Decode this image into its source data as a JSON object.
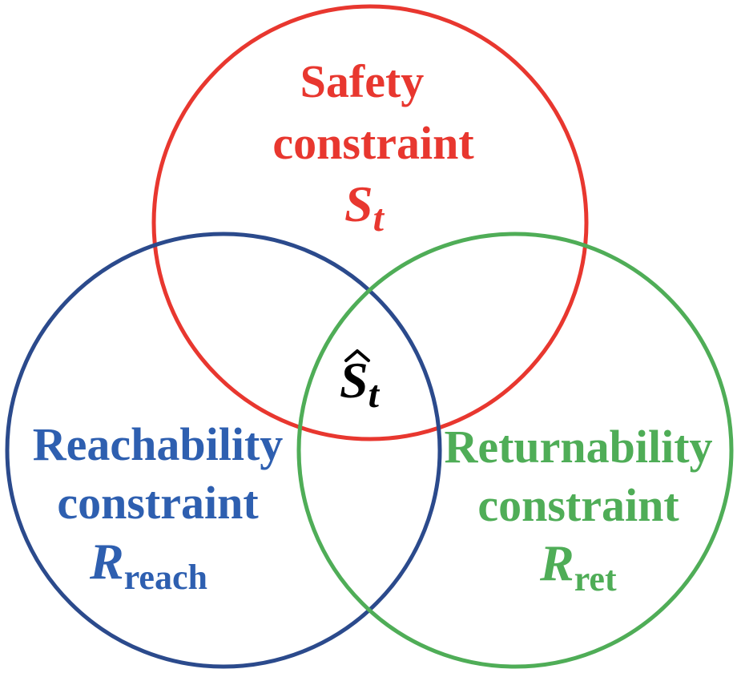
{
  "colors": {
    "safety": "#e8372f",
    "reachability": "#2e5fb0",
    "reachability_circle": "#2b4a8c",
    "returnability": "#4fad57",
    "intersection": "#000000"
  },
  "safety": {
    "line1": "Safety",
    "line2": "constraint",
    "symbol": "S",
    "subscript": "t"
  },
  "reachability": {
    "line1": "Reachability",
    "line2": "constraint",
    "symbol": "R",
    "subscript": "reach"
  },
  "returnability": {
    "line1": "Returnability",
    "line2": "constraint",
    "symbol": "R",
    "subscript": "ret"
  },
  "intersection": {
    "symbol": "S",
    "subscript": "t"
  }
}
